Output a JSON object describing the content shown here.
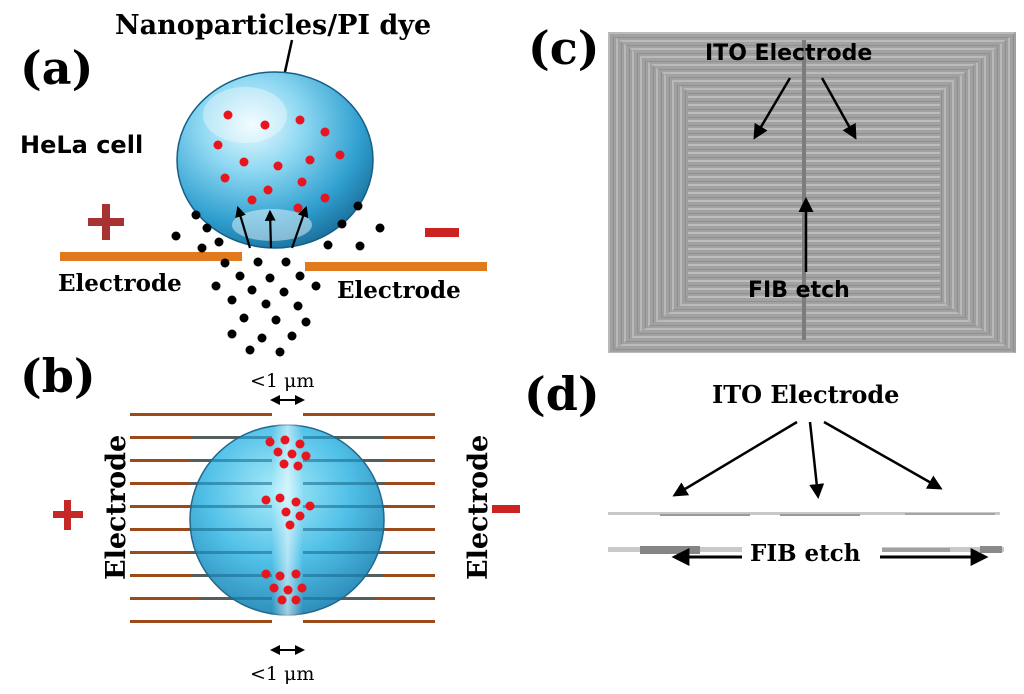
{
  "panel_a": {
    "letter": "(a)",
    "nanoparticles_label": "Nanoparticles/PI dye",
    "cell_label": "HeLa cell",
    "plus": "+",
    "minus": "−",
    "electrode_left": "Electrode",
    "electrode_right": "Electrode"
  },
  "panel_b": {
    "letter": "(b)",
    "gap_top": "<1 μm",
    "gap_bottom": "<1 μm",
    "electrode_left": "Electrode",
    "electrode_right": "Electrode",
    "plus": "+",
    "minus": "−"
  },
  "panel_c": {
    "letter": "(c)",
    "ito_label": "ITO Electrode",
    "fib_label": "FIB etch"
  },
  "panel_d": {
    "letter": "(d)",
    "ito_label": "ITO Electrode",
    "fib_label": "FIB etch"
  },
  "colors": {
    "electrode_orange": "#e07a1c",
    "electrode_brown": "#9c4a1a",
    "plus_red": "#a83232",
    "minus_red": "#cc2222",
    "dot_red": "#e8141e",
    "cell_blue": "#37a9d6",
    "micrograph_gray": "#9d9d9d"
  }
}
